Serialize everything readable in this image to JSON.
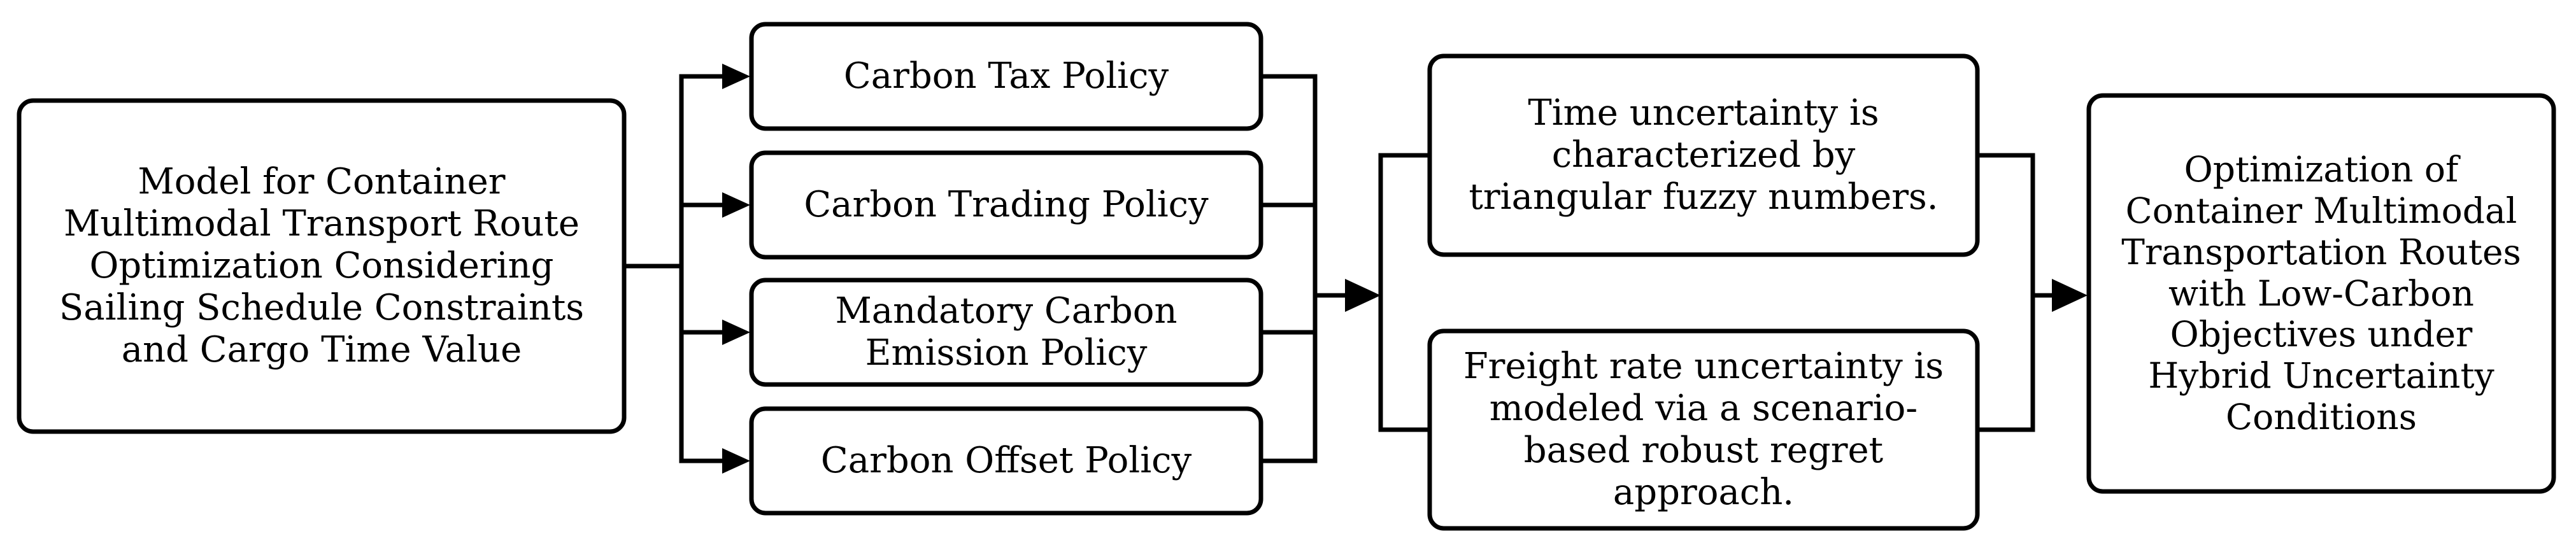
{
  "nodes": {
    "source": "Model for Container\nMultimodal Transport Route\nOptimization Considering\nSailing Schedule Constraints\nand Cargo Time Value",
    "policy_tax": "Carbon Tax Policy",
    "policy_trading": "Carbon Trading Policy",
    "policy_mandatory": "Mandatory Carbon\nEmission Policy",
    "policy_offset": "Carbon Offset Policy",
    "uncertainty_time": "Time uncertainty is\ncharacterized by\ntriangular fuzzy numbers.",
    "uncertainty_freight": "Freight rate uncertainty is\nmodeled via a scenario-\nbased robust regret\napproach.",
    "result": "Optimization of\nContainer Multimodal\nTransportation Routes\nwith Low-Carbon\nObjectives under\nHybrid Uncertainty\nConditions"
  }
}
